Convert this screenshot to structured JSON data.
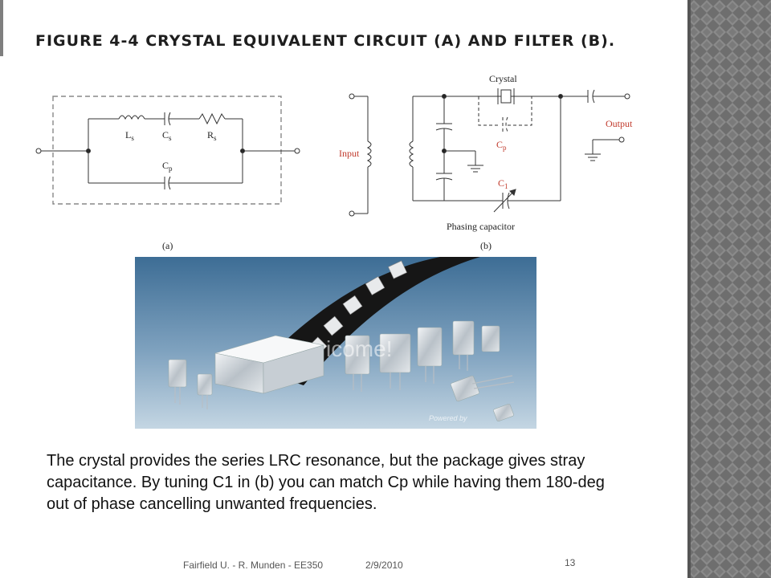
{
  "slide": {
    "title": "Figure 4-4   Crystal equivalent circuit (a) and filter (b).",
    "body": "The crystal provides the series LRC resonance, but the package gives stray capacitance.  By tuning C1 in (b) you can match Cp while having them 180-deg out of phase cancelling unwanted frequencies.",
    "footer": {
      "left": "Fairfield U. - R. Munden - EE350",
      "date": "2/9/2010",
      "page": "13"
    }
  },
  "circuit_a": {
    "labels": {
      "ls": "L",
      "ls_sub": "s",
      "cs": "C",
      "cs_sub": "s",
      "rs": "R",
      "rs_sub": "s",
      "cp": "C",
      "cp_sub": "p"
    },
    "caption": "(a)"
  },
  "circuit_b": {
    "labels": {
      "crystal": "Crystal",
      "input": "Input",
      "output": "Output",
      "cp": "C",
      "cp_sub": "p",
      "c1": "C",
      "c1_sub": "1",
      "phasing": "Phasing capacitor"
    },
    "caption": "(b)"
  },
  "photo": {
    "watermark": "icome!",
    "credit": "Powered by"
  },
  "colors": {
    "text": "#111111",
    "circuit_label": "#c0392b",
    "side_panel": "#777777"
  }
}
